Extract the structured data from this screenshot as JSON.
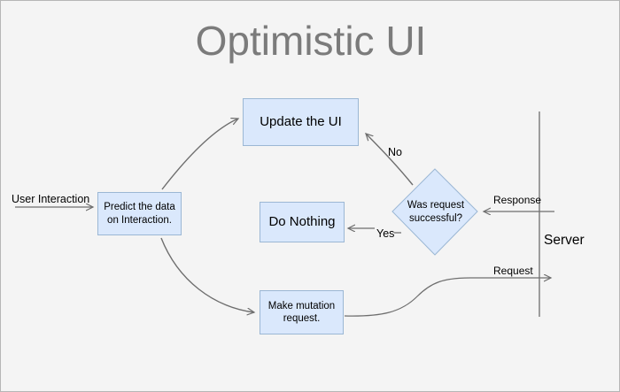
{
  "diagram": {
    "title": "Optimistic UI",
    "colors": {
      "canvas_background": "#f4f4f4",
      "node_fill": "#dae8fc",
      "node_stroke": "#9bb7d4",
      "edge_stroke": "#6e6e6e",
      "title_color": "#7b7b7b",
      "text_color": "#000000"
    },
    "nodes": [
      {
        "id": "predict",
        "label": "Predict the data\non Interaction.",
        "shape": "rect"
      },
      {
        "id": "update-ui",
        "label": "Update the UI",
        "shape": "rect"
      },
      {
        "id": "do-nothing",
        "label": "Do Nothing",
        "shape": "rect"
      },
      {
        "id": "make-mutation",
        "label": "Make mutation\nrequest.",
        "shape": "rect"
      },
      {
        "id": "decision",
        "label": "Was request\nsuccessful?",
        "shape": "diamond"
      }
    ],
    "edge_labels": {
      "user_interaction": "User Interaction",
      "no": "No",
      "yes": "Yes",
      "response": "Response",
      "request": "Request"
    },
    "server_label": "Server"
  }
}
